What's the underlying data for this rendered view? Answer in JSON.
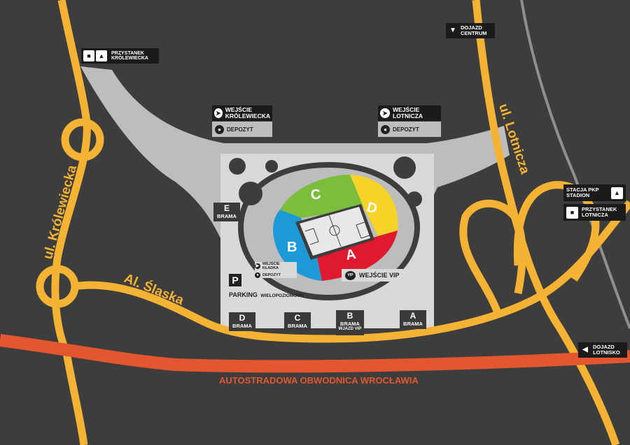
{
  "colors": {
    "background": "#3d3d3d",
    "road": "#f5b335",
    "highway": "#e2572f",
    "rail": "#8f8f8f",
    "plaza": "#bdbdbd",
    "plaza_light": "#d9d9d7",
    "sector_a": "#e01a2e",
    "sector_b": "#1d9ad6",
    "sector_c": "#7bbd3c",
    "sector_d": "#f5d327",
    "label_bg": "#1b1b1b"
  },
  "roads": {
    "krolewiecka": "ul. Królewiecka",
    "slaska": "Al. Śląska",
    "lotnicza": "ul. Lotnicza",
    "highway": "AUTOSTRADOWA OBWODNICA WROCŁAWIA"
  },
  "labels": {
    "przystanek_krolewiecka": [
      "PRZYSTANEK",
      "KRÓLEWIECKA"
    ],
    "dojazd_centrum": [
      "DOJAZD",
      "CENTRUM"
    ],
    "wejscie_krolewiecka": [
      "WEJŚCIE",
      "KRÓLEWIECKA"
    ],
    "wejscie_lotnicza": [
      "WEJŚCIE",
      "LOTNICZA"
    ],
    "depozyt": "DEPOZYT",
    "stacja_pkp": [
      "STACJA PKP",
      "STADION"
    ],
    "przystanek_lotnicza": [
      "PRZYSTANEK",
      "LOTNICZA"
    ],
    "dojazd_lotnisko": [
      "DOJAZD",
      "LOTNISKO"
    ],
    "parking": [
      "PARKING",
      "WIELOPOZIOMOWY"
    ],
    "parking_icon": "P",
    "wejscie_vip": "WEJŚCIE VIP",
    "vip_badge": "VIP",
    "wejscie_kladka": "WEJŚCIE KŁADKA",
    "depozyt_small": "DEPOZYT"
  },
  "gates": {
    "word": "BRAMA",
    "e": "E",
    "d": "D",
    "c": "C",
    "b": "B",
    "a": "A",
    "b_sub": "WJAZD VIP"
  },
  "sectors": {
    "a": "A",
    "b": "B",
    "c": "C",
    "d": "D"
  },
  "icons": {
    "bus": "bus-icon",
    "tram": "tram-icon",
    "train": "train-icon",
    "entrance": "entrance-icon",
    "lock": "lock-icon",
    "down_arrow": "triangle-down-icon",
    "left_arrow": "triangle-left-icon"
  }
}
